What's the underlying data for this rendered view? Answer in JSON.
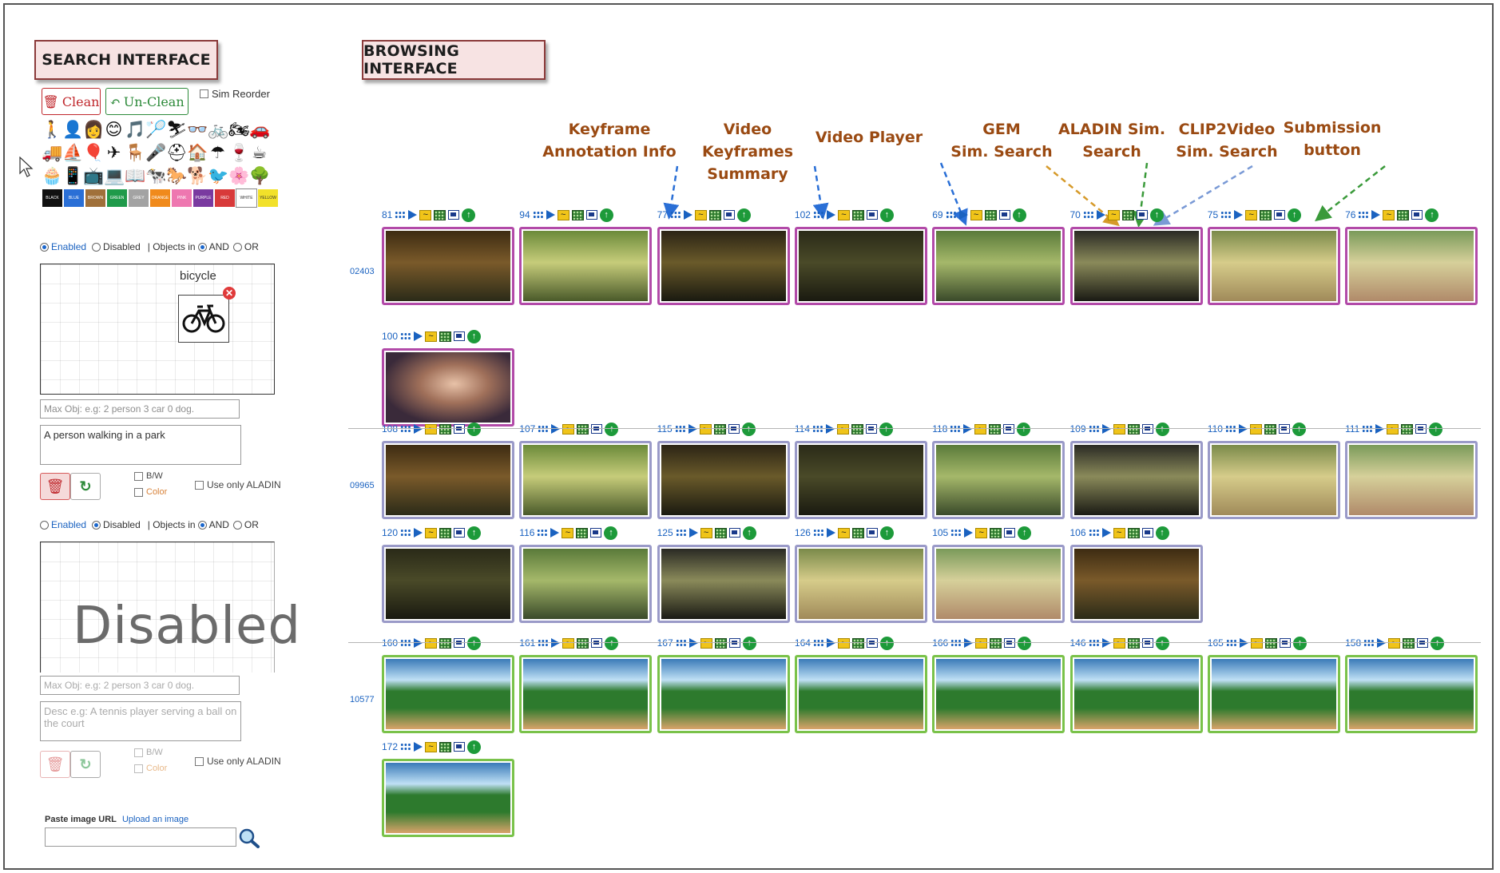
{
  "search": {
    "title": "SEARCH INTERFACE",
    "clean_label": "Clean",
    "unclean_label": "Un-Clean",
    "sim_reorder_label": "Sim Reorder",
    "icons": [
      "🚶",
      "👤",
      "👩",
      "😊",
      "🎵",
      "🏸",
      "⛷",
      "👓",
      "🚲",
      "🏍",
      "🚗",
      "🚚",
      "⛵",
      "🎈",
      "✈",
      "🪑",
      "🎤",
      "⛑",
      "🏠",
      "☂",
      "🍷",
      "☕",
      "🧁",
      "📱",
      "📺",
      "💻",
      "📖",
      "🐄",
      "🐎",
      "🐕",
      "🐦",
      "🌸",
      "🌳"
    ],
    "colors": [
      {
        "name": "BLACK",
        "hex": "#111111"
      },
      {
        "name": "BLUE",
        "hex": "#2a6fd6"
      },
      {
        "name": "BROWN",
        "hex": "#a0703a"
      },
      {
        "name": "GREEN",
        "hex": "#1f9a4a"
      },
      {
        "name": "GREY",
        "hex": "#a3a3a3"
      },
      {
        "name": "ORANGE",
        "hex": "#f08a1c"
      },
      {
        "name": "PINK",
        "hex": "#ee77b0"
      },
      {
        "name": "PURPLE",
        "hex": "#7a3aa0"
      },
      {
        "name": "RED",
        "hex": "#d83a3a"
      },
      {
        "name": "WHITE",
        "hex": "#ffffff"
      },
      {
        "name": "YELLOW",
        "hex": "#f2e12a"
      }
    ],
    "panel1": {
      "enabled_label": "Enabled",
      "disabled_label": "Disabled",
      "objects_in_label": "| Objects in",
      "and_label": "AND",
      "or_label": "OR",
      "canvas_object": "bicycle",
      "max_obj_placeholder": "Max Obj: e.g: 2 person 3 car 0 dog.",
      "description_value": "A person walking in a park",
      "bw_label": "B/W",
      "color_label": "Color",
      "aladin_label": "Use only ALADIN"
    },
    "panel2": {
      "enabled_label": "Enabled",
      "disabled_label": "Disabled",
      "objects_in_label": "| Objects in",
      "and_label": "AND",
      "or_label": "OR",
      "disabled_overlay": "Disabled",
      "max_obj_placeholder": "Max Obj: e.g: 2 person 3 car 0 dog.",
      "description_placeholder": "Desc e.g: A tennis player serving a ball on the court",
      "bw_label": "B/W",
      "color_label": "Color",
      "aladin_label": "Use only ALADIN"
    },
    "paste_label": "Paste image URL",
    "upload_label": "Upload an image"
  },
  "browse": {
    "title": "BROWSING INTERFACE",
    "annotations": [
      {
        "text": "Keyframe\nAnnotation Info",
        "color": "#9a4a12"
      },
      {
        "text": "Video Keyframes\nSummary",
        "color": "#9a4a12"
      },
      {
        "text": "Video Player",
        "color": "#9a4a12"
      },
      {
        "text": "GEM\nSim. Search",
        "color": "#9a4a12"
      },
      {
        "text": "ALADIN Sim.\nSearch",
        "color": "#9a4a12"
      },
      {
        "text": "CLIP2Video\nSim. Search",
        "color": "#9a4a12"
      },
      {
        "text": "Submission\nbutton",
        "color": "#9a4a12"
      }
    ],
    "groups": [
      {
        "video_id": "02403",
        "border_color": "#b24aa8",
        "rows": [
          [
            "81",
            "94",
            "77",
            "102",
            "69",
            "70",
            "75",
            "76"
          ],
          [
            "100"
          ]
        ]
      },
      {
        "video_id": "09965",
        "border_color": "#9a9ac8",
        "rows": [
          [
            "108",
            "107",
            "115",
            "114",
            "118",
            "109",
            "110",
            "111"
          ],
          [
            "120",
            "116",
            "125",
            "126",
            "105",
            "106"
          ]
        ]
      },
      {
        "video_id": "10577",
        "border_color": "#7ac24a",
        "rows": [
          [
            "160",
            "161",
            "167",
            "164",
            "166",
            "146",
            "165",
            "158"
          ],
          [
            "172"
          ]
        ]
      }
    ]
  }
}
